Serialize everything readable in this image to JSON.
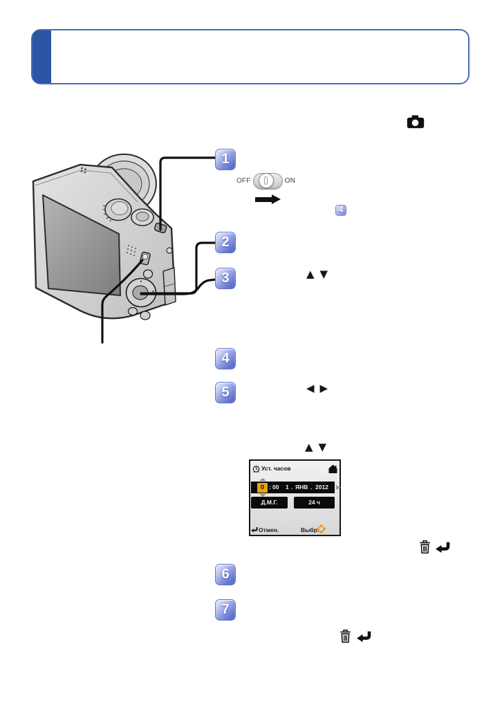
{
  "steps": {
    "numbers": [
      "1",
      "2",
      "3",
      "4",
      "5",
      "6",
      "7"
    ],
    "inline_ref": "4"
  },
  "power_switch": {
    "off": "OFF",
    "on": "ON"
  },
  "glyphs": {
    "up": "▲",
    "down": "▼",
    "left": "◀",
    "right": "▶",
    "chevron": "▶"
  },
  "clock_screen": {
    "title": "Уст. часов",
    "hour": "0",
    "colon": ":",
    "minute": "00",
    "day": "1",
    "separator": ".",
    "month": "ЯНВ",
    "year": "2012",
    "date_format_button": "Д.М.Г.",
    "time_format_button": "24 ч",
    "cancel_label": "Отмен.",
    "select_label": "Выбр."
  },
  "icons": {
    "record_mode": "camera",
    "delete": "trash-can",
    "back": "return-arrow",
    "clock": "alarm-clock",
    "home": "house",
    "dpad": "four-way-cursor"
  },
  "colors": {
    "accent_blue": "#2d55a5",
    "header_border": "#4a6cb8",
    "badge_blue": "#5d6ecb",
    "highlight_orange": "#e7a312"
  }
}
